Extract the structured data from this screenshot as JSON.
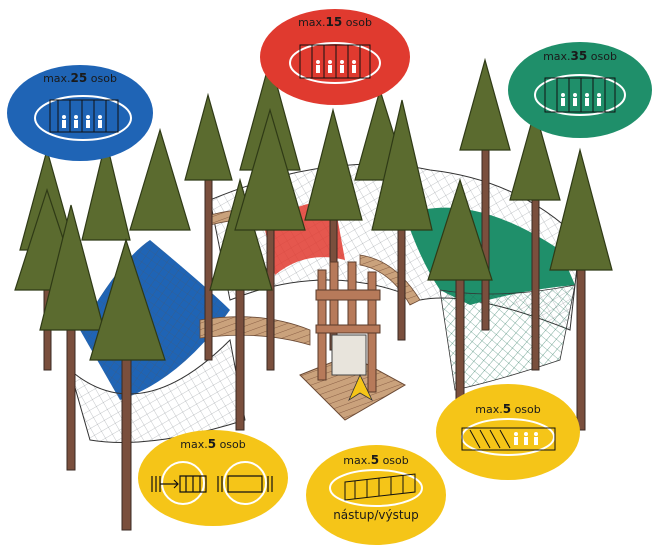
{
  "bubbles": {
    "blue": {
      "prefix": "max.",
      "number": "25",
      "suffix": " osob",
      "color": "#1f64b5"
    },
    "red": {
      "prefix": "max.",
      "number": "15",
      "suffix": " osob",
      "color": "#e03a2f"
    },
    "green": {
      "prefix": "max.",
      "number": "35",
      "suffix": " osob",
      "color": "#1f8f6a"
    },
    "yellow_left": {
      "prefix": "max.",
      "number": "5",
      "suffix": " osob",
      "color": "#f5c518"
    },
    "yellow_center": {
      "prefix": "max.",
      "number": "5",
      "suffix": " osob",
      "caption": "nástup/výstup",
      "color": "#f5c518"
    },
    "yellow_right": {
      "prefix": "max.",
      "number": "5",
      "suffix": " osob",
      "color": "#f5c518"
    }
  },
  "colors": {
    "tree": "#5b6b2f",
    "trunk": "#7a4f3d",
    "net": "#4a4a4a",
    "platform": "#c9a37a",
    "arrow": "#f5c518"
  }
}
